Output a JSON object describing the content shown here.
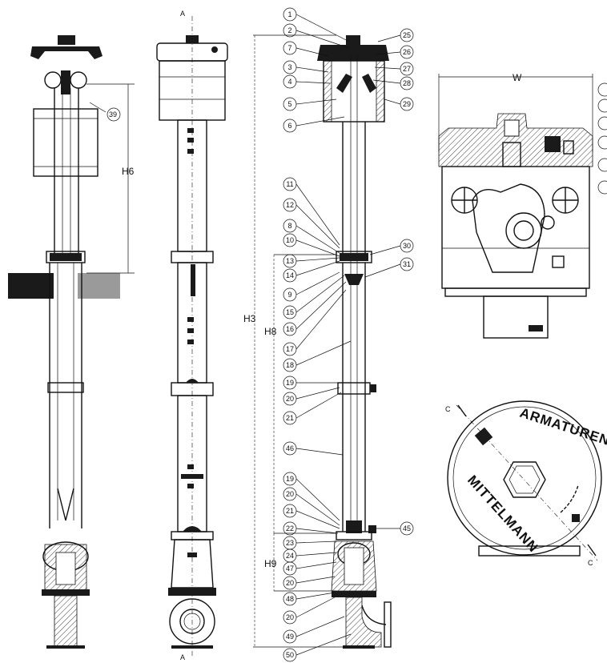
{
  "section_marks": {
    "a_top": "A",
    "a_bottom": "A",
    "c_left": "C",
    "c_right": "C"
  },
  "dimensions": {
    "h3": "H3",
    "h6": "H6",
    "h8": "H8",
    "h9": "H9",
    "w": "W"
  },
  "callouts_left": [
    "1",
    "2",
    "7",
    "3",
    "4",
    "5",
    "6",
    "11",
    "12",
    "8",
    "10",
    "13",
    "14",
    "9",
    "15",
    "16",
    "17",
    "18",
    "19",
    "20",
    "21",
    "46",
    "19",
    "20",
    "21",
    "22",
    "23",
    "24",
    "47",
    "20",
    "48",
    "20",
    "49",
    "50"
  ],
  "callouts_right": [
    "25",
    "26",
    "27",
    "28",
    "29",
    "30",
    "31",
    "45"
  ],
  "callout_39": "39",
  "brand": {
    "left": "MITTELMANN",
    "right": "ARMATUREN"
  }
}
